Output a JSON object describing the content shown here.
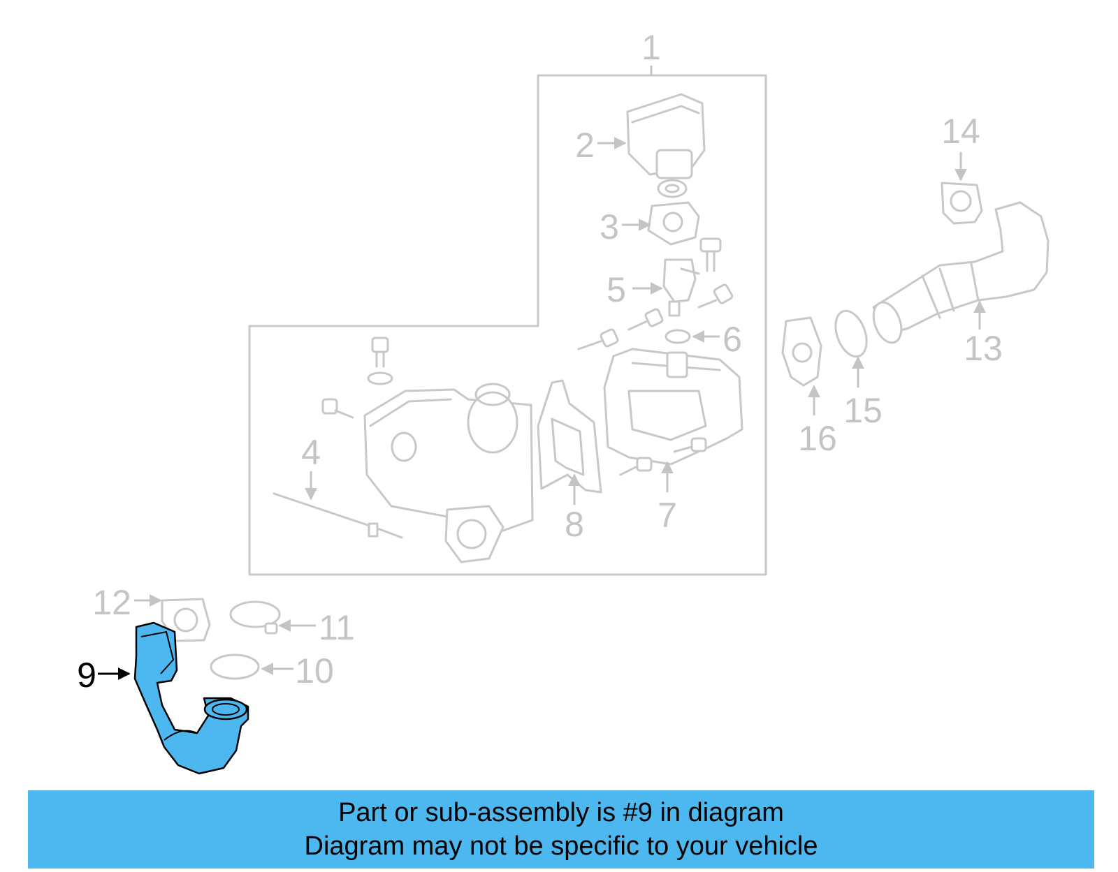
{
  "callouts": {
    "c1": "1",
    "c2": "2",
    "c3": "3",
    "c4": "4",
    "c5": "5",
    "c6": "6",
    "c7": "7",
    "c8": "8",
    "c9": "9",
    "c10": "10",
    "c11": "11",
    "c12": "12",
    "c13": "13",
    "c14": "14",
    "c15": "15",
    "c16": "16"
  },
  "highlight": {
    "part": "9",
    "color": "#4db8f0"
  },
  "banner": {
    "line1": "Part or sub-assembly is #9 in diagram",
    "line2": "Diagram may not be specific to your vehicle"
  }
}
